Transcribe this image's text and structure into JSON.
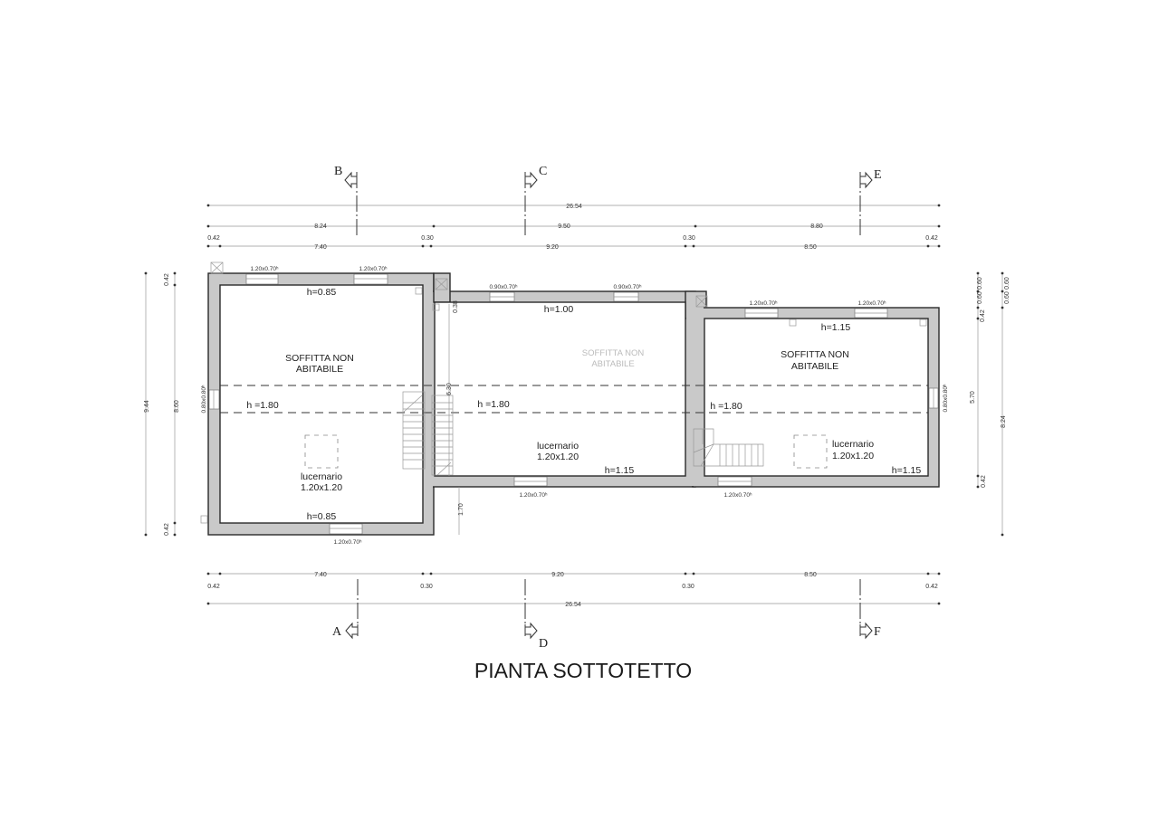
{
  "title": "PIANTA SOTTOTETTO",
  "sections": {
    "a": "A",
    "b": "B",
    "c": "C",
    "d": "D",
    "e": "E",
    "f": "F"
  },
  "dims_top": {
    "total": "26.54",
    "outer": [
      "8.24",
      "9.50",
      "8.80"
    ],
    "inner": [
      "7.40",
      "9.20",
      "8.50"
    ],
    "walls": [
      "0.42",
      "0.30",
      "0.30",
      "0.42"
    ]
  },
  "dims_bottom": {
    "total": "26.54",
    "inner": [
      "7.40",
      "9.20",
      "8.50"
    ],
    "walls": [
      "0.42",
      "0.30",
      "0.30",
      "0.42"
    ]
  },
  "dims_left": {
    "total": "9.44",
    "inner": "8.60",
    "top_wall": "0.42",
    "bottom_wall": "0.42"
  },
  "dims_right": {
    "a": [
      "0.60",
      "0.60",
      "0.42",
      "5.70",
      "0.42"
    ],
    "b": [
      "0.60",
      "0.60",
      "8.24"
    ]
  },
  "dims_internal": {
    "wall": "0.38",
    "stair": "6.30",
    "offset": "1.70"
  },
  "windows": {
    "top_left_1": "1.20x0.70ʰ",
    "top_left_2": "1.20x0.70ʰ",
    "top_mid_1": "0.90x0.70ʰ",
    "top_mid_2": "0.90x0.70ʰ",
    "top_right_1": "1.20x0.70ʰ",
    "top_right_2": "1.20x0.70ʰ",
    "bottom_left": "1.20x0.70ʰ",
    "bottom_mid": "1.20x0.70ʰ",
    "bottom_right": "1.20x0.70ʰ",
    "side_left": "0.80x0.80ʰ",
    "side_right": "0.80x0.80ʰ"
  },
  "rooms": {
    "left": {
      "name1": "SOFFITTA NON",
      "name2": "ABITABILE",
      "h_top": "h=0.85",
      "h_mid": "h =1.80",
      "skylight": "lucernario",
      "skylight_size": "1.20x1.20",
      "h_bottom": "h=0.85"
    },
    "middle": {
      "name1": "SOFFITTA NON",
      "name2": "ABITABILE",
      "h_top": "h=1.00",
      "h_mid": "h =1.80",
      "skylight": "lucernario",
      "skylight_size": "1.20x1.20",
      "h_bottom": "h=1.15"
    },
    "right": {
      "name1": "SOFFITTA NON",
      "name2": "ABITABILE",
      "h_top": "h=1.15",
      "h_mid": "h =1.80",
      "skylight": "lucernario",
      "skylight_size": "1.20x1.20",
      "h_bottom": "h=1.15"
    }
  }
}
